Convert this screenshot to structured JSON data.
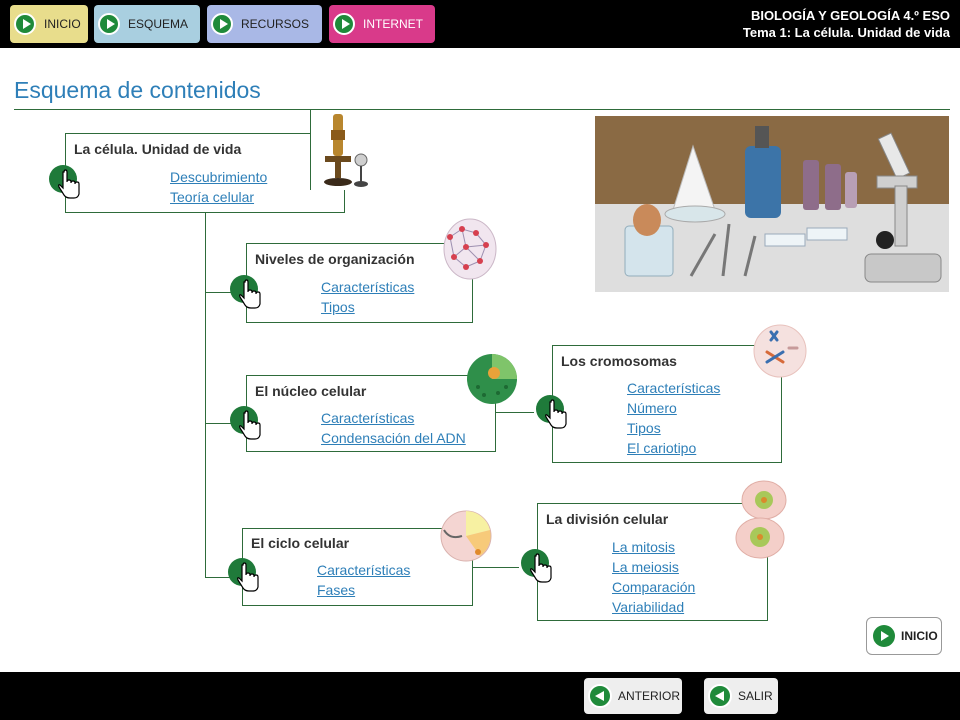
{
  "nav": {
    "inicio": "INICIO",
    "esquema": "ESQUEMA",
    "recursos": "RECURSOS",
    "internet": "INTERNET"
  },
  "header": {
    "line1": "BIOLOGÍA Y GEOLOGÍA 4.º ESO",
    "line2": "Tema 1: La célula. Unidad de vida"
  },
  "page_title": "Esquema de contenidos",
  "boxes": {
    "celula": {
      "title": "La célula. Unidad de vida",
      "links": [
        "Descubrimiento",
        "Teoría celular"
      ]
    },
    "niveles": {
      "title": "Niveles de organización",
      "links": [
        "Características",
        "Tipos "
      ]
    },
    "nucleo": {
      "title": "El núcleo celular",
      "links": [
        "Características",
        "Condensación del ADN"
      ]
    },
    "cromosomas": {
      "title": "Los cromosomas",
      "links": [
        "Características",
        "Número",
        "Tipos",
        "El cariotipo"
      ]
    },
    "ciclo": {
      "title": "El ciclo celular",
      "links": [
        "Características",
        "Fases"
      ]
    },
    "division": {
      "title": "La división celular",
      "links": [
        "La mitosis ",
        "La meiosis ",
        "Comparación",
        "Variabilidad"
      ]
    }
  },
  "inicio_bottom": "INICIO",
  "footer": {
    "anterior": "ANTERIOR",
    "salir": "SALIR"
  },
  "colors": {
    "header_bg": "#000000",
    "title_blue": "#2e7fb8",
    "link_blue": "#2e7fb8",
    "line_green": "#2e6b3a",
    "button_green": "#1f8a3a",
    "nav_inicio": "#e8dd8c",
    "nav_esquema": "#a9cfe0",
    "nav_recursos": "#a9b8e6",
    "nav_internet": "#d93a8a"
  },
  "icons": [
    "play-right-icon",
    "play-left-icon",
    "hand-pointer-icon",
    "microscope-icon",
    "cell-network-icon",
    "nucleus-icon",
    "chromosome-icon",
    "cell-cycle-icon",
    "dividing-cell-icon",
    "lab-equipment-image"
  ]
}
